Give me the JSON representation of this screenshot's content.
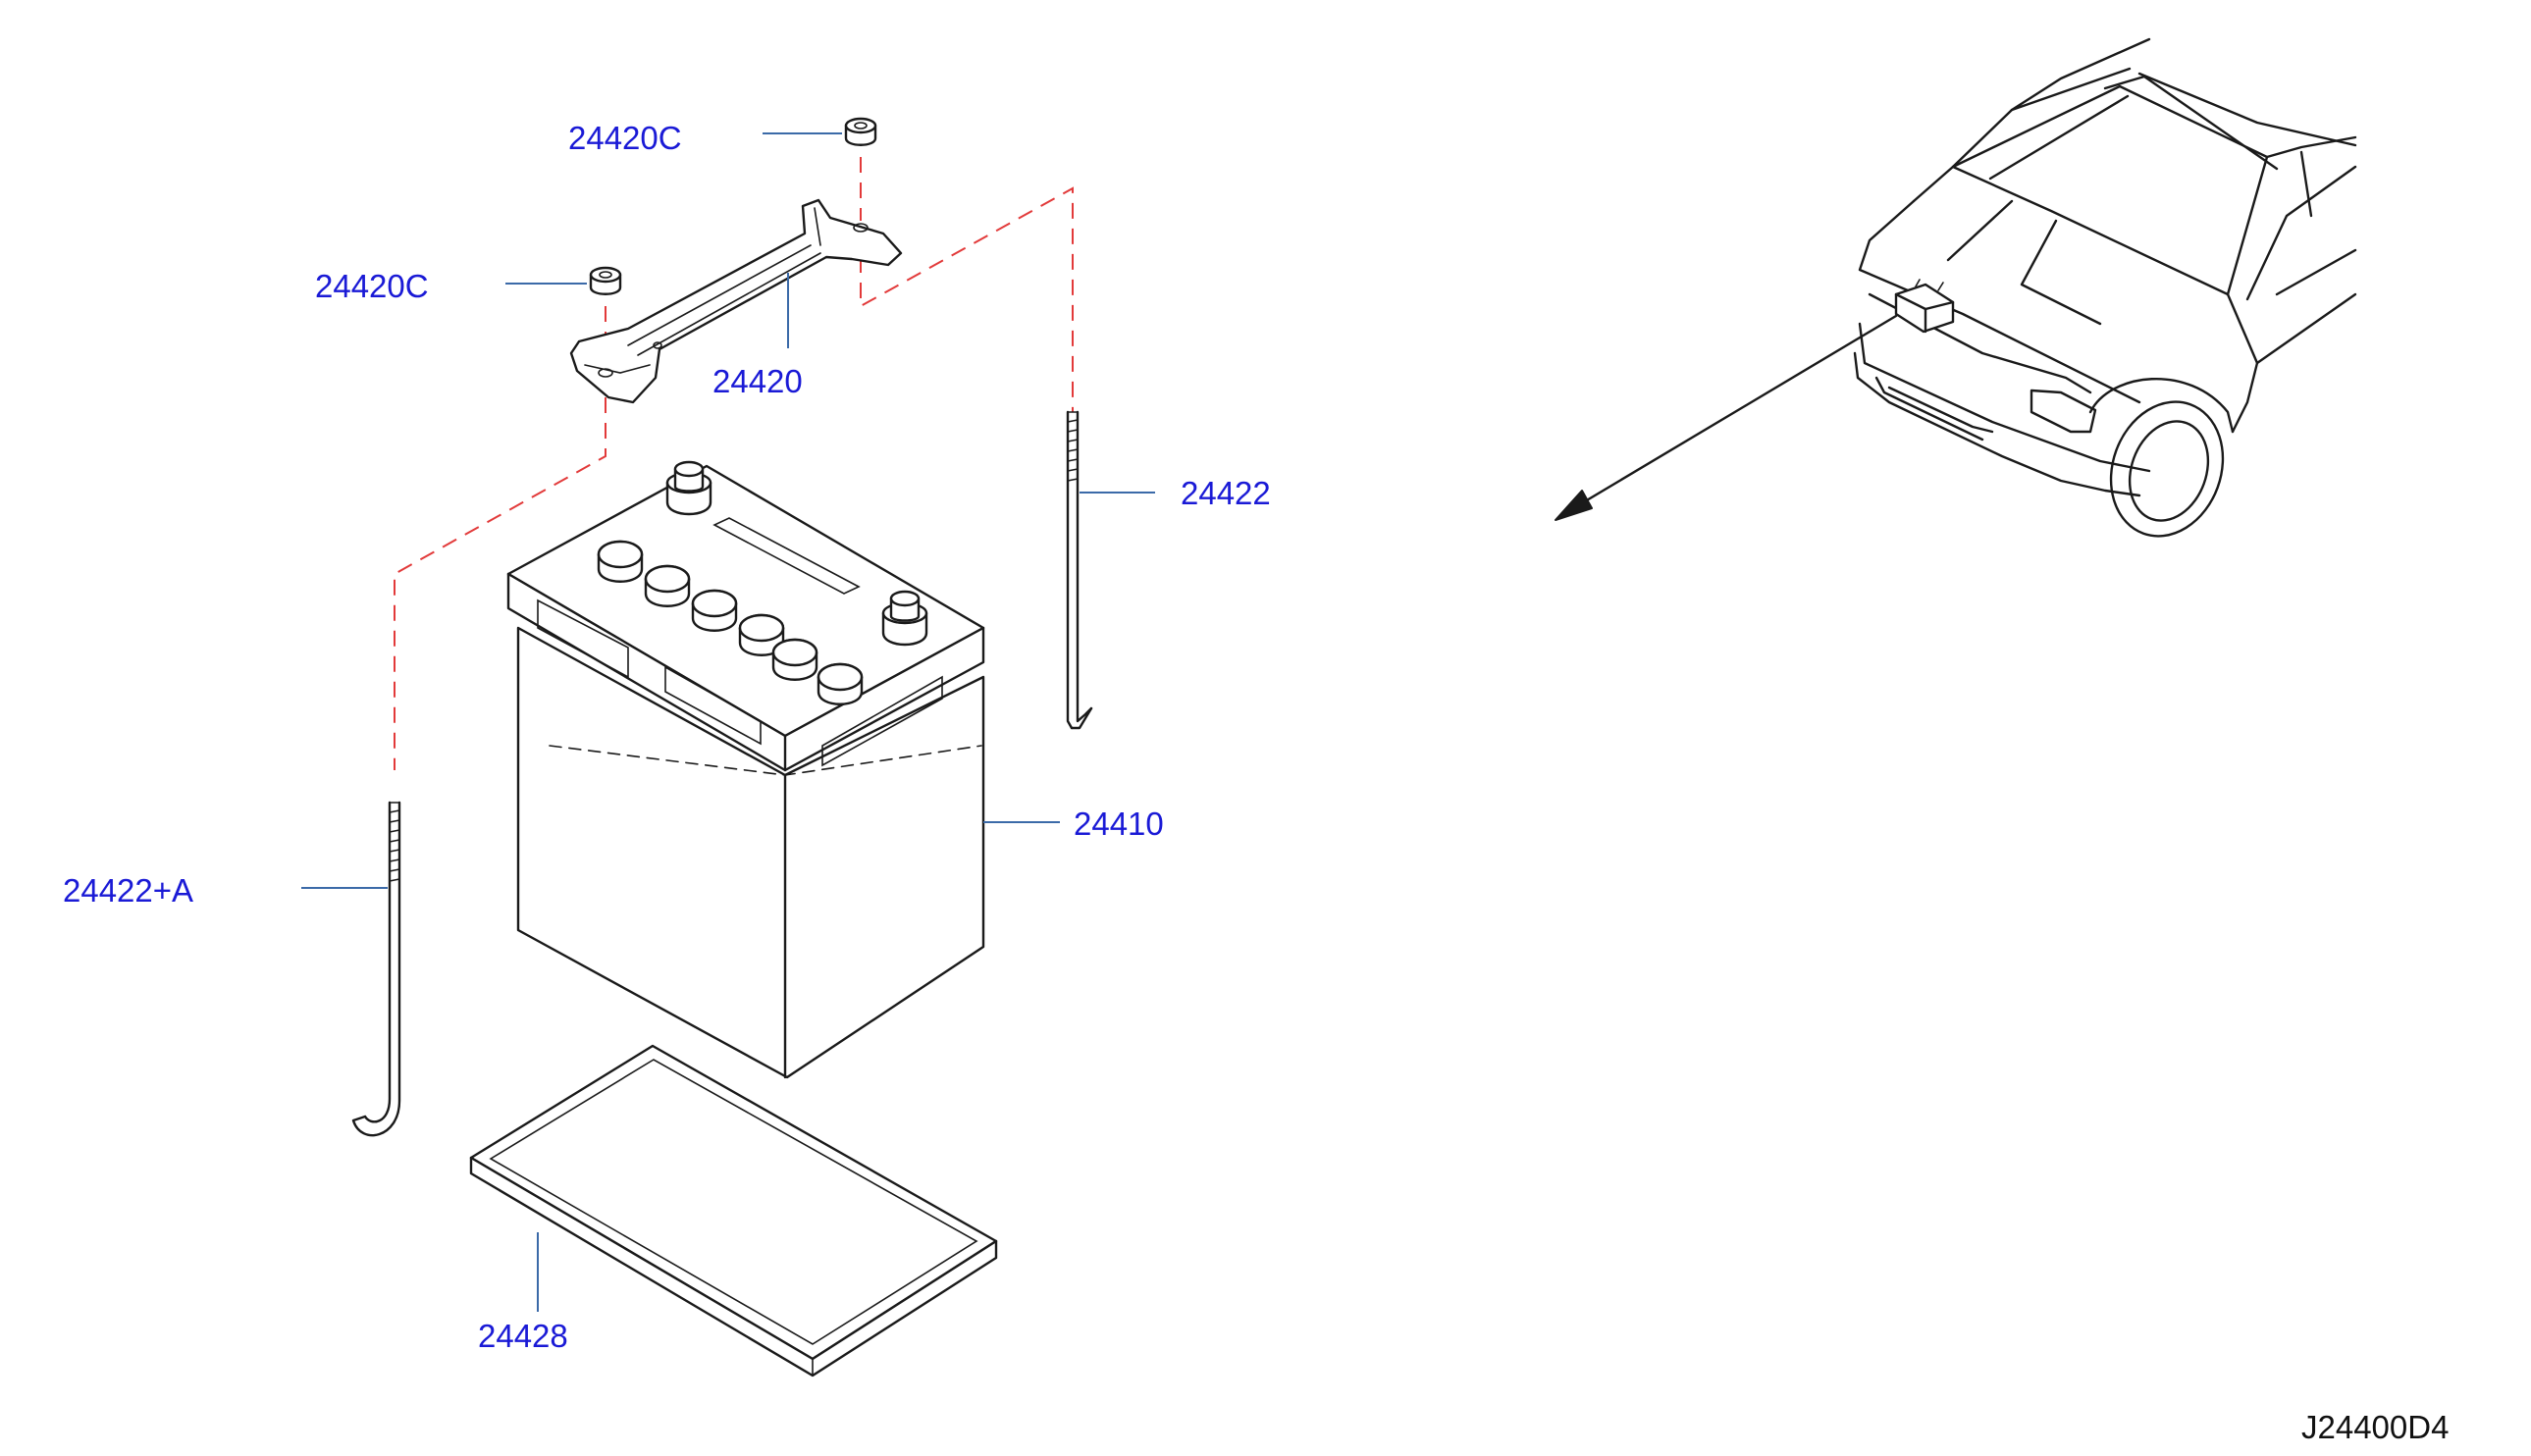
{
  "diagram": {
    "reference_code": "J24400D4",
    "parts": [
      {
        "id": "nut-top",
        "label": "24420C"
      },
      {
        "id": "nut-left",
        "label": "24420C"
      },
      {
        "id": "frame",
        "label": "24420"
      },
      {
        "id": "rod-right",
        "label": "24422"
      },
      {
        "id": "battery",
        "label": "24410"
      },
      {
        "id": "rod-left",
        "label": "24422+A"
      },
      {
        "id": "tray",
        "label": "24428"
      }
    ],
    "colors": {
      "label": "#1a1ad6",
      "leader": "#3b6aa8",
      "assembly_dash": "#e23a3a",
      "ink": "#1a1a1a"
    }
  }
}
